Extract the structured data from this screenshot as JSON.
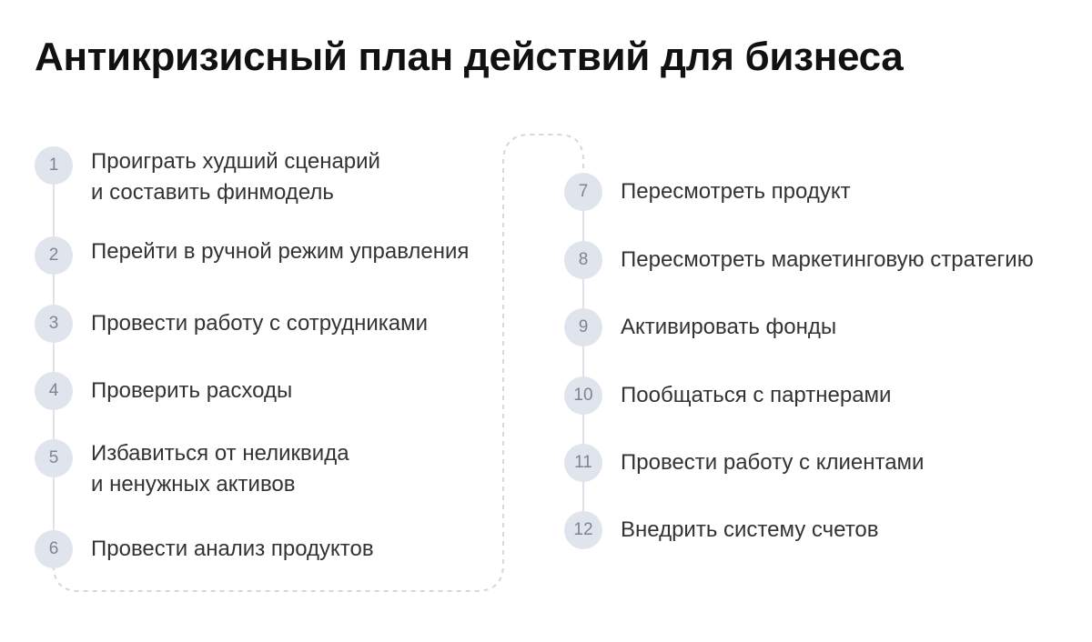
{
  "title": "Антикризисный план действий для бизнеса",
  "colors": {
    "badge_bg": "#e0e4ec",
    "badge_text": "#7d8593",
    "line": "#dde1e8",
    "dashed": "#d4d8de",
    "title": "#111111",
    "text": "#333333"
  },
  "steps": [
    {
      "num": "1",
      "lines": [
        "Проиграть худший сценарий",
        "и составить финмодель"
      ]
    },
    {
      "num": "2",
      "lines": [
        "Перейти в ручной режим управления"
      ]
    },
    {
      "num": "3",
      "lines": [
        "Провести работу с сотрудниками"
      ]
    },
    {
      "num": "4",
      "lines": [
        "Проверить расходы"
      ]
    },
    {
      "num": "5",
      "lines": [
        "Избавиться от неликвида",
        "и ненужных активов"
      ]
    },
    {
      "num": "6",
      "lines": [
        "Провести анализ продуктов"
      ]
    },
    {
      "num": "7",
      "lines": [
        "Пересмотреть продукт"
      ]
    },
    {
      "num": "8",
      "lines": [
        "Пересмотреть маркетинговую стратегию"
      ]
    },
    {
      "num": "9",
      "lines": [
        "Активировать фонды"
      ]
    },
    {
      "num": "10",
      "lines": [
        "Пообщаться с партнерами"
      ]
    },
    {
      "num": "11",
      "lines": [
        "Провести работу с клиентами"
      ]
    },
    {
      "num": "12",
      "lines": [
        "Внедрить систему счетов"
      ]
    }
  ]
}
